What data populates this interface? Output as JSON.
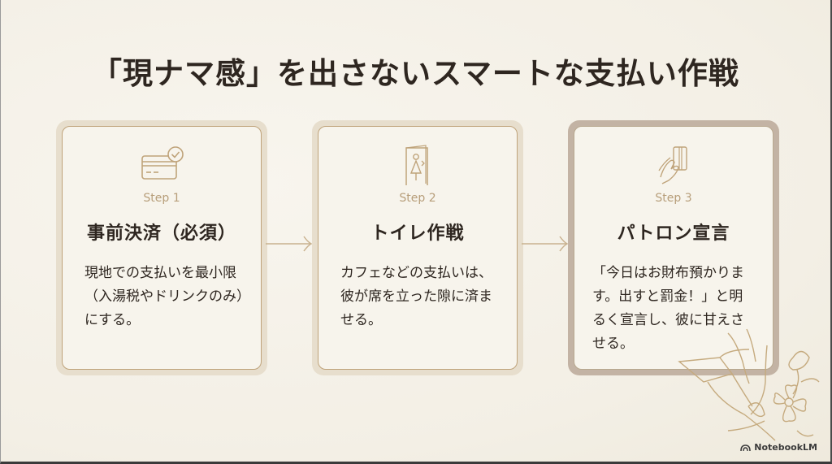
{
  "slide": {
    "title": "「現ナマ感」を出さないスマートな支払い作戦",
    "colors": {
      "background": "#f6f2e9",
      "accent_gold": "#b79e7a",
      "text_dark": "#2e2620",
      "card_border_light": "#e7decd",
      "card_border_dark": "#c3b3a4"
    },
    "steps": [
      {
        "icon": "credit-card-check-icon",
        "step_label": "Step 1",
        "heading": "事前決済（必須）",
        "body": "現地での支払いを最小限（入湯税やドリンクのみ）にする。"
      },
      {
        "icon": "restroom-door-icon",
        "step_label": "Step 2",
        "heading": "トイレ作戦",
        "body": "カフェなどの支払いは、彼が席を立った隙に済ませる。"
      },
      {
        "icon": "hand-holding-card-icon",
        "step_label": "Step 3",
        "heading": "パトロン宣言",
        "body": "「今日はお財布預かります。出すと罰金！」と明るく宣言し、彼に甘えさせる。"
      }
    ]
  },
  "footer": {
    "brand": "NotebookLM",
    "brand_icon": "notebooklm-logo-icon"
  }
}
